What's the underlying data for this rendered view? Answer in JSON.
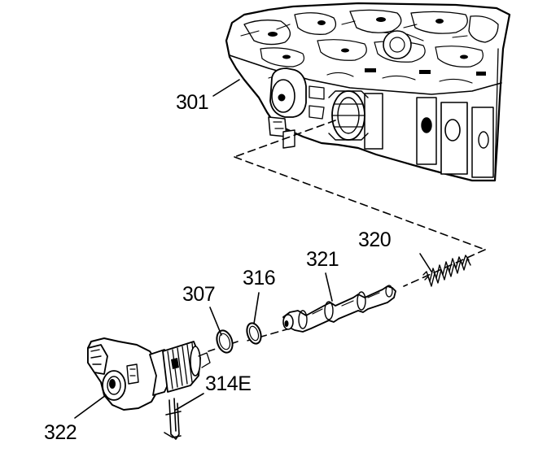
{
  "callouts": {
    "valve_body": "301",
    "o_ring_outer": "307",
    "o_ring_inner": "316",
    "spring": "320",
    "valve": "321",
    "solenoid": "322",
    "retainer": "314E"
  }
}
